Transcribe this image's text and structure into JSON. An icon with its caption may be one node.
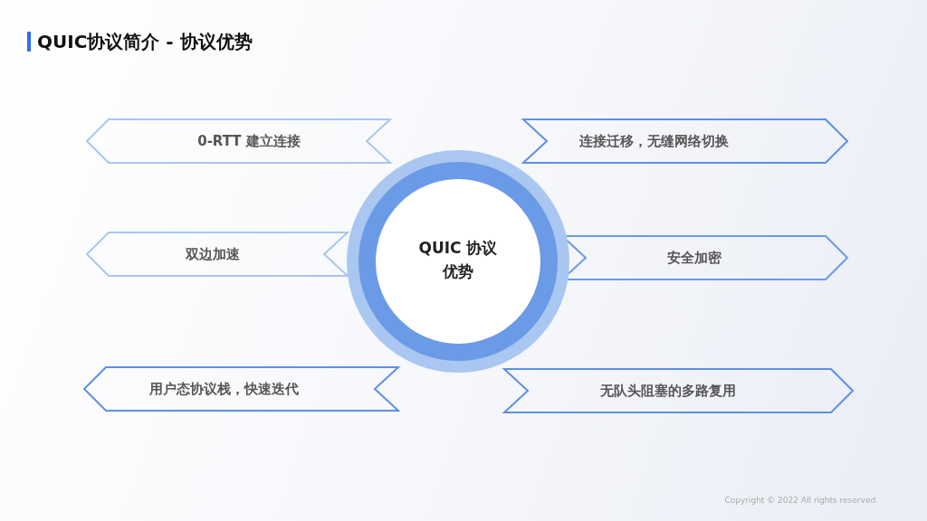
{
  "diagram": {
    "title": "QUIC协议简介 - 协议优势",
    "nodes": [
      {
        "text": [
          "QUIC 协议优势"
        ]
      },
      {
        "text": [
          "0-RTT 建立连接"
        ]
      },
      {
        "text": [
          "连接迁移，无缝网络切换"
        ]
      },
      {
        "text": [
          "双边加速"
        ]
      },
      {
        "text": [
          "安全加密"
        ]
      },
      {
        "text": [
          "用户态协议栈，快速迭代"
        ]
      },
      {
        "text": [
          "无队头阻塞的多路复用"
        ]
      }
    ],
    "labels": [
      "Copyright © 2022 All rights reserved."
    ]
  }
}
